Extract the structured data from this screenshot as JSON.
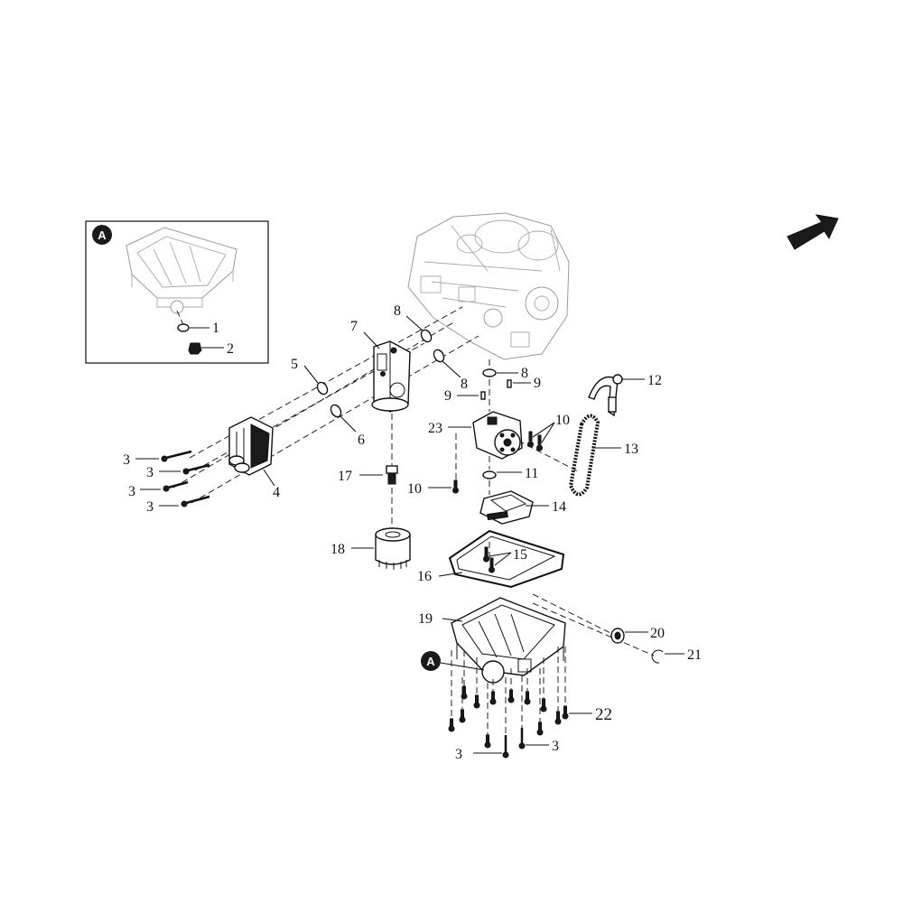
{
  "badges": {
    "detail_letter": "A",
    "main_letter": "A"
  },
  "callouts": {
    "c1": "1",
    "c2": "2",
    "c3a": "3",
    "c3b": "3",
    "c3c": "3",
    "c3d": "3",
    "c3e": "3",
    "c3f": "3",
    "c4": "4",
    "c5": "5",
    "c6": "6",
    "c7": "7",
    "c8a": "8",
    "c8b": "8",
    "c8c": "8",
    "c9a": "9",
    "c9b": "9",
    "c10a": "10",
    "c10b": "10",
    "c11": "11",
    "c12": "12",
    "c13": "13",
    "c14": "14",
    "c15": "15",
    "c16": "16",
    "c17": "17",
    "c18": "18",
    "c19": "19",
    "c20": "20",
    "c21": "21",
    "c22": "22",
    "c23": "23"
  },
  "colors": {
    "line": "#111111",
    "ghost": "#9a9a9a",
    "badge": "#1a1a1a",
    "background": "#ffffff"
  },
  "icons": {
    "direction": "front-arrow-icon"
  }
}
